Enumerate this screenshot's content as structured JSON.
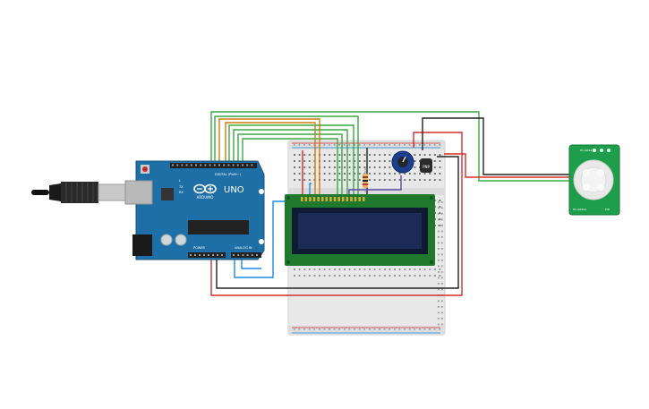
{
  "arduino": {
    "brand": "ARDUINO",
    "model": "UNO",
    "digital_label": "DIGITAL (PWM~)",
    "power_label": "POWER",
    "analog_label": "ANALOG IN",
    "tx_label": "TX",
    "rx_label": "RX",
    "l_label": "L"
  },
  "potentiometer": {
    "label": ""
  },
  "transistor": {
    "label": "PNP"
  },
  "pir_sensor": {
    "top_label": "HC-SR501",
    "bottom_left_label": "HC-SR501",
    "bottom_right_label": "PIR"
  },
  "colors": {
    "board": "#1e6fa5",
    "lcd_pcb": "#1f7a2e",
    "lcd_screen": "#1b2b55",
    "pir_pcb": "#1e9e4a",
    "breadboard": "#e9e9e9",
    "wire_green": "#3aa845",
    "wire_orange": "#d07b12",
    "wire_red": "#d32f2f",
    "wire_black": "#222222",
    "wire_blue": "#1e88e5",
    "wire_purple": "#5b4bb0"
  }
}
